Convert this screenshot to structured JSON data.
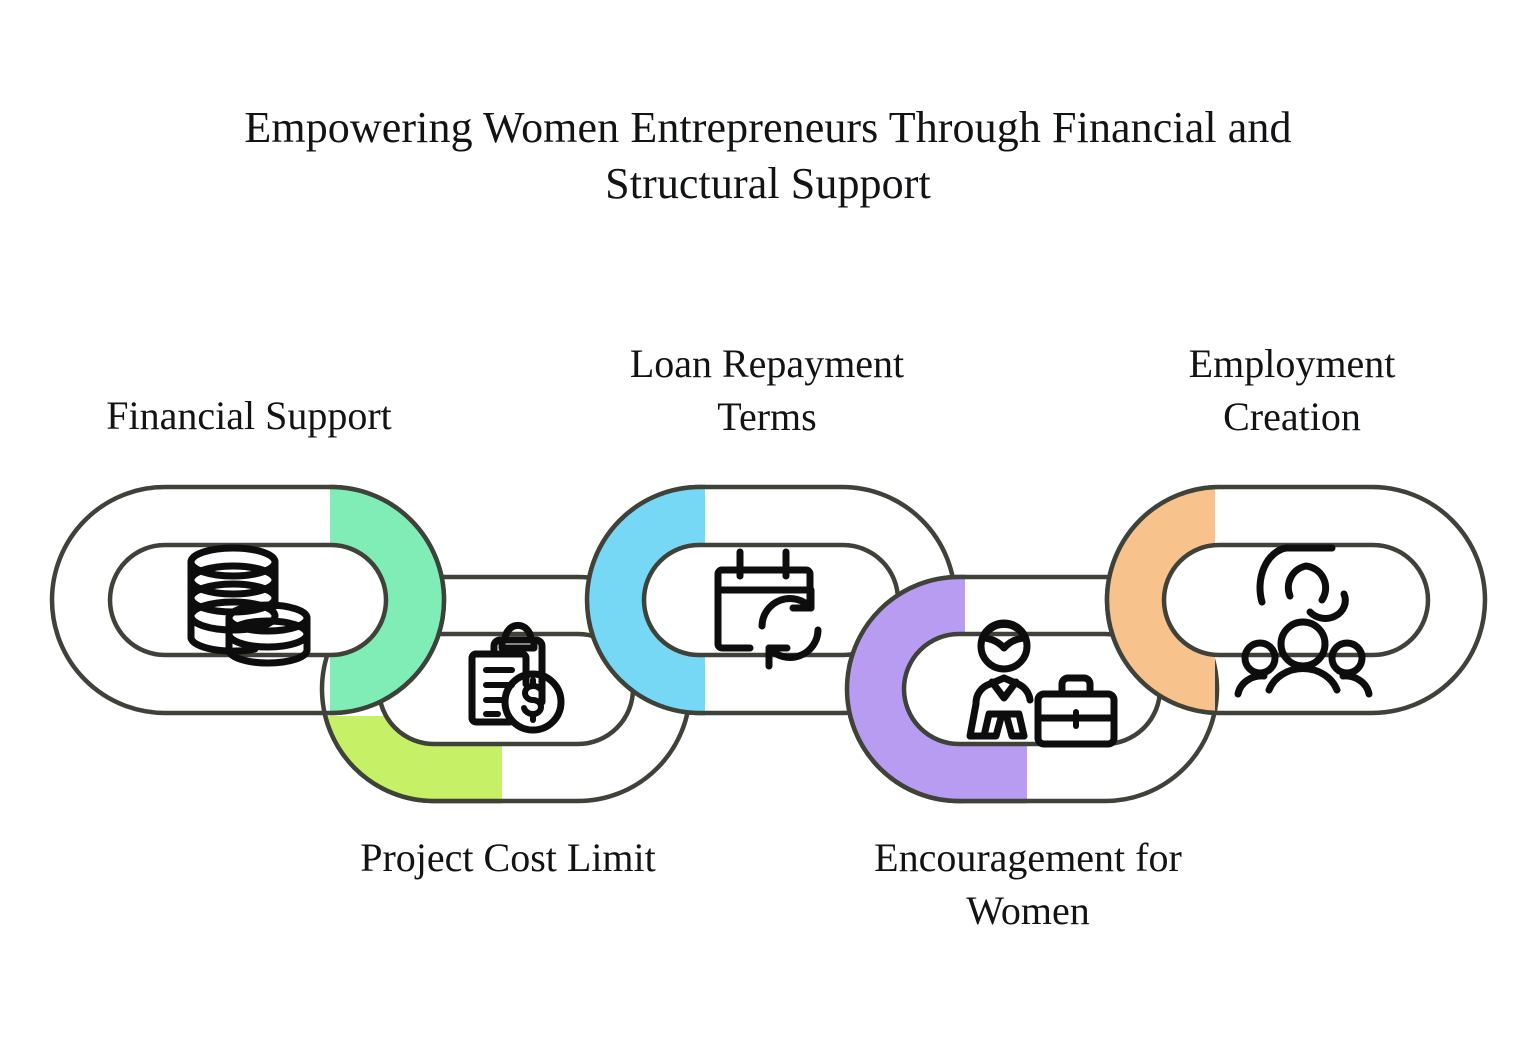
{
  "title": {
    "line1": "Empowering Women Entrepreneurs Through Financial and",
    "line2": "Structural Support"
  },
  "diagram": {
    "type": "interlocking-chain",
    "orientation": "horizontal",
    "link_count": 5,
    "outline_color": "#3e4238",
    "background": "#ffffff",
    "links": [
      {
        "index": 1,
        "label": "Financial Support",
        "label_position": "above",
        "row": "upper",
        "color": "#7fedb5",
        "icon": "coins-stack-icon"
      },
      {
        "index": 2,
        "label": "Project Cost Limit",
        "label_position": "below",
        "row": "lower",
        "color": "#c6f066",
        "icon": "clipboard-dollar-icon"
      },
      {
        "index": 3,
        "label": "Loan Repayment\nTerms",
        "label_position": "above",
        "row": "upper",
        "color": "#77d8f5",
        "icon": "calendar-refresh-icon"
      },
      {
        "index": 4,
        "label": "Encouragement for\nWomen",
        "label_position": "below",
        "row": "lower",
        "color": "#b79cf2",
        "icon": "businesswoman-briefcase-icon"
      },
      {
        "index": 5,
        "label": "Employment\nCreation",
        "label_position": "above",
        "row": "upper",
        "color": "#f8c28c",
        "icon": "people-group-icon"
      }
    ]
  }
}
